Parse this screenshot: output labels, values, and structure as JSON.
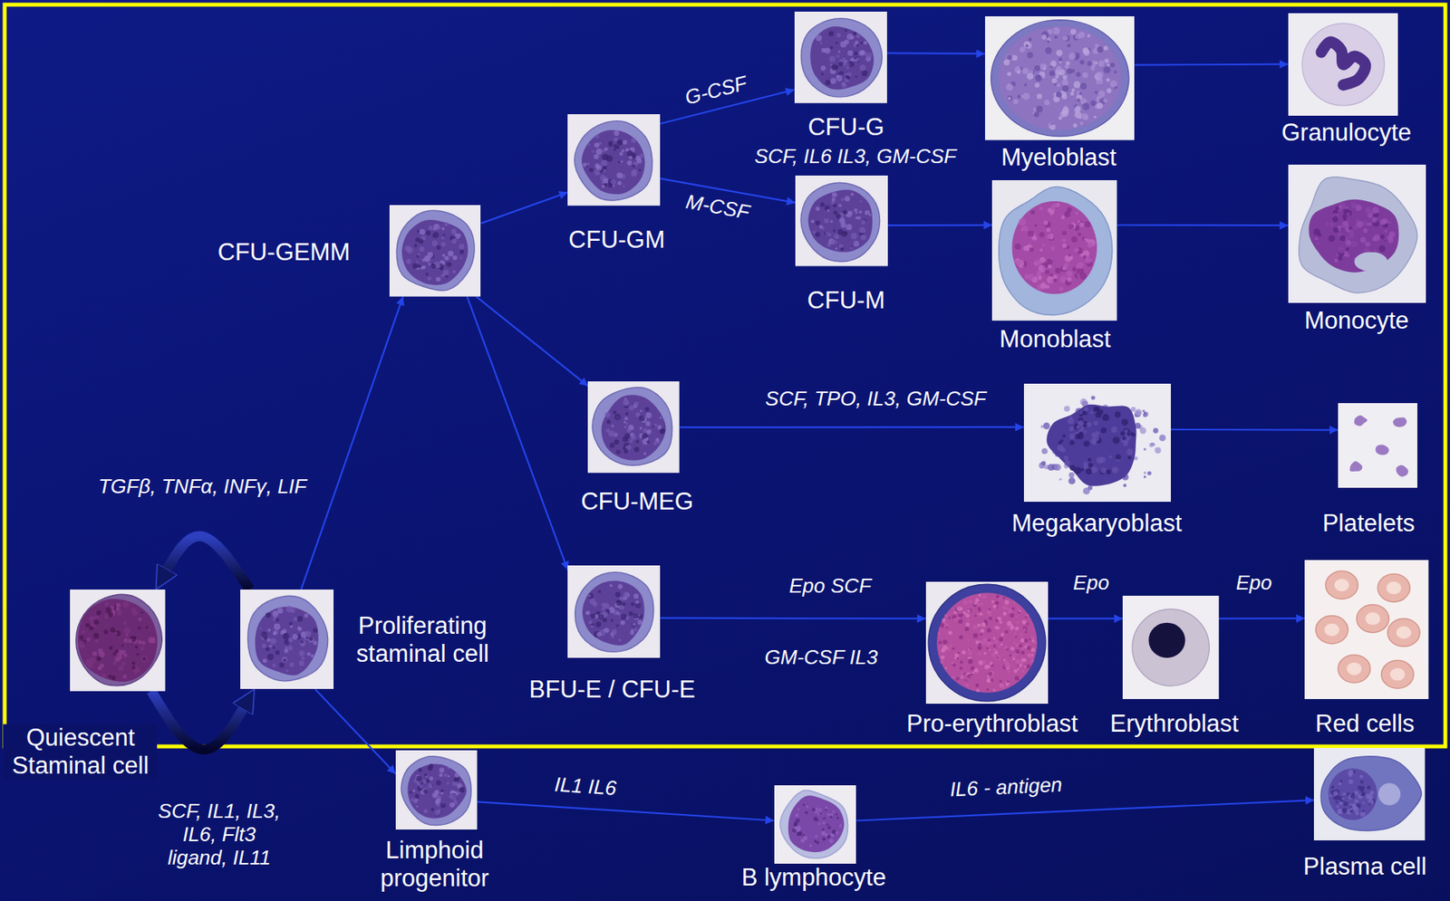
{
  "diagram": {
    "nodes": [
      {
        "text": [
          "Quiescent Staminal cell"
        ]
      },
      {
        "text": [
          "Proliferating staminal cell"
        ]
      },
      {
        "text": [
          "CFU-GEMM"
        ]
      },
      {
        "text": [
          "CFU-GM"
        ]
      },
      {
        "text": [
          "CFU-G"
        ]
      },
      {
        "text": [
          "Myeloblast"
        ]
      },
      {
        "text": [
          "Granulocyte"
        ]
      },
      {
        "text": [
          "CFU-M"
        ]
      },
      {
        "text": [
          "Monoblast"
        ]
      },
      {
        "text": [
          "Monocyte"
        ]
      },
      {
        "text": [
          "CFU-MEG"
        ]
      },
      {
        "text": [
          "Megakaryoblast"
        ]
      },
      {
        "text": [
          "Platelets"
        ]
      },
      {
        "text": [
          "BFU-E / CFU-E"
        ]
      },
      {
        "text": [
          "Pro-erythroblast"
        ]
      },
      {
        "text": [
          "Erythroblast"
        ]
      },
      {
        "text": [
          "Red cells"
        ]
      },
      {
        "text": [
          "Limphoid progenitor"
        ]
      },
      {
        "text": [
          "B lymphocyte"
        ]
      },
      {
        "text": [
          "Plasma cell"
        ]
      }
    ],
    "edges": [
      {
        "from": 0,
        "to": 1,
        "arrow": "to"
      },
      {
        "from": 1,
        "to": 0,
        "arrow": "to"
      },
      {
        "from": 1,
        "to": 2,
        "arrow": "to"
      },
      {
        "from": 1,
        "to": 17,
        "arrow": "to"
      },
      {
        "from": 2,
        "to": 3,
        "arrow": "to"
      },
      {
        "from": 2,
        "to": 10,
        "arrow": "to"
      },
      {
        "from": 2,
        "to": 13,
        "arrow": "to"
      },
      {
        "from": 3,
        "to": 4,
        "label": "G-CSF",
        "arrow": "to"
      },
      {
        "from": 3,
        "to": 7,
        "label": "M-CSF",
        "arrow": "to"
      },
      {
        "from": 4,
        "to": 5,
        "arrow": "to"
      },
      {
        "from": 5,
        "to": 6,
        "arrow": "to"
      },
      {
        "from": 7,
        "to": 8,
        "arrow": "to"
      },
      {
        "from": 8,
        "to": 9,
        "arrow": "to"
      },
      {
        "from": 10,
        "to": 11,
        "label": "SCF, TPO, IL3, GM-CSF",
        "arrow": "to"
      },
      {
        "from": 11,
        "to": 12,
        "arrow": "to"
      },
      {
        "from": 13,
        "to": 14,
        "label": "Epo SCF",
        "arrow": "to"
      },
      {
        "from": 14,
        "to": 15,
        "label": "Epo",
        "arrow": "to"
      },
      {
        "from": 15,
        "to": 16,
        "label": "Epo",
        "arrow": "to"
      },
      {
        "from": 17,
        "to": 18,
        "label": "IL1 IL6",
        "arrow": "to"
      },
      {
        "from": 18,
        "to": 19,
        "label": "IL6 - antigen",
        "arrow": "to"
      }
    ],
    "labels": [
      "TGFβ, TNFα, INFγ, LIF",
      "SCF, IL6 IL3, GM-CSF",
      "GM-CSF IL3",
      "SCF, IL1, IL3, IL6, Flt3 ligand, IL11"
    ]
  }
}
